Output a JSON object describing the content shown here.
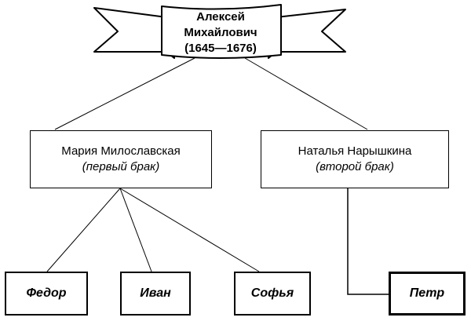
{
  "ruler": {
    "name": "Алексей Михайлович",
    "name_line1": "Алексей",
    "name_line2": "Михайлович",
    "years": "(1645—1676)"
  },
  "spouses": [
    {
      "name": "Мария Милославская",
      "note": "(первый брак)"
    },
    {
      "name": "Наталья Нарышкина",
      "note": "(второй брак)"
    }
  ],
  "children": [
    {
      "name": "Федор",
      "parent": 0
    },
    {
      "name": "Иван",
      "parent": 0
    },
    {
      "name": "Софья",
      "parent": 0
    },
    {
      "name": "Петр",
      "parent": 1
    }
  ]
}
